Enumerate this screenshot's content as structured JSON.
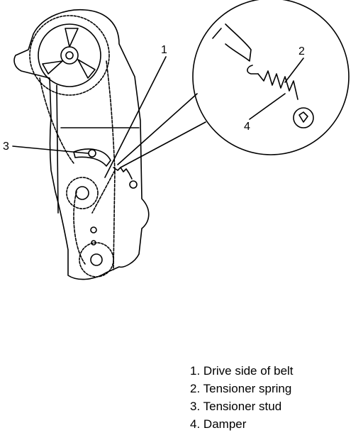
{
  "diagram": {
    "callouts": [
      {
        "id": "c1",
        "label": "1"
      },
      {
        "id": "c2",
        "label": "2"
      },
      {
        "id": "c3",
        "label": "3"
      },
      {
        "id": "c4",
        "label": "4"
      }
    ],
    "legend": [
      {
        "number": "1.",
        "text": "Drive side of belt"
      },
      {
        "number": "2.",
        "text": "Tensioner spring"
      },
      {
        "number": "3.",
        "text": "Tensioner stud"
      },
      {
        "number": "4.",
        "text": "Damper"
      }
    ]
  },
  "colors": {
    "line": "#000000",
    "background": "#ffffff"
  }
}
